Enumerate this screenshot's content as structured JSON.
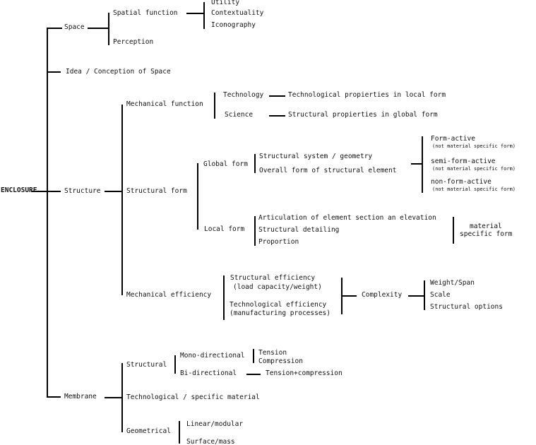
{
  "root": "ENCLOSURE",
  "space": {
    "label": "Space",
    "spatial_function": "Spatial function",
    "utility": "Utility",
    "contextuality": "Contextuality",
    "iconography": "Iconography",
    "perception": "Perception"
  },
  "idea": "Idea / Conception of Space",
  "structure": {
    "label": "Structure",
    "mechanical_function": "Mechanical function",
    "technology": "Technology",
    "technology_desc": "Technological propierties in local form",
    "science": "Science",
    "science_desc": "Structural propierties in global form",
    "structural_form": "Structural form",
    "global_form": "Global form",
    "structural_system": "Structural system / geometry",
    "overall_form": "Overall form of structural element",
    "form_active": "Form-active",
    "form_active_note": "(not material specific form)",
    "semi_form_active": "semi-form-active",
    "semi_form_active_note": "(not material specific form)",
    "non_form_active": "non-form-active",
    "non_form_active_note": "(not material specific form)",
    "local_form": "Local form",
    "articulation": "Articulation of element section an elevation",
    "structural_detailing": "Structural detailing",
    "proportion": "Proportion",
    "material_line1": "material",
    "material_line2": "specific form",
    "mechanical_efficiency": "Mechanical efficiency",
    "structural_efficiency_1": "Structural efficiency",
    "structural_efficiency_2": "(load capacity/weight)",
    "technological_efficiency_1": "Technological efficiency",
    "technological_efficiency_2": "(manufacturing processes)",
    "complexity": "Complexity",
    "weight_span": "Weight/Span",
    "scale": "Scale",
    "structural_options": "Structural options"
  },
  "membrane": {
    "label": "Membrane",
    "structural": "Structural",
    "mono_directional": "Mono-directional",
    "tension": "Tension",
    "compression": "Compression",
    "bi_directional": "Bi-directional",
    "tension_compression": "Tension+compression",
    "technological": "Technological / specific material",
    "geometrical": "Geometrical",
    "linear_modular": "Linear/modular",
    "surface_mass": "Surface/mass"
  }
}
